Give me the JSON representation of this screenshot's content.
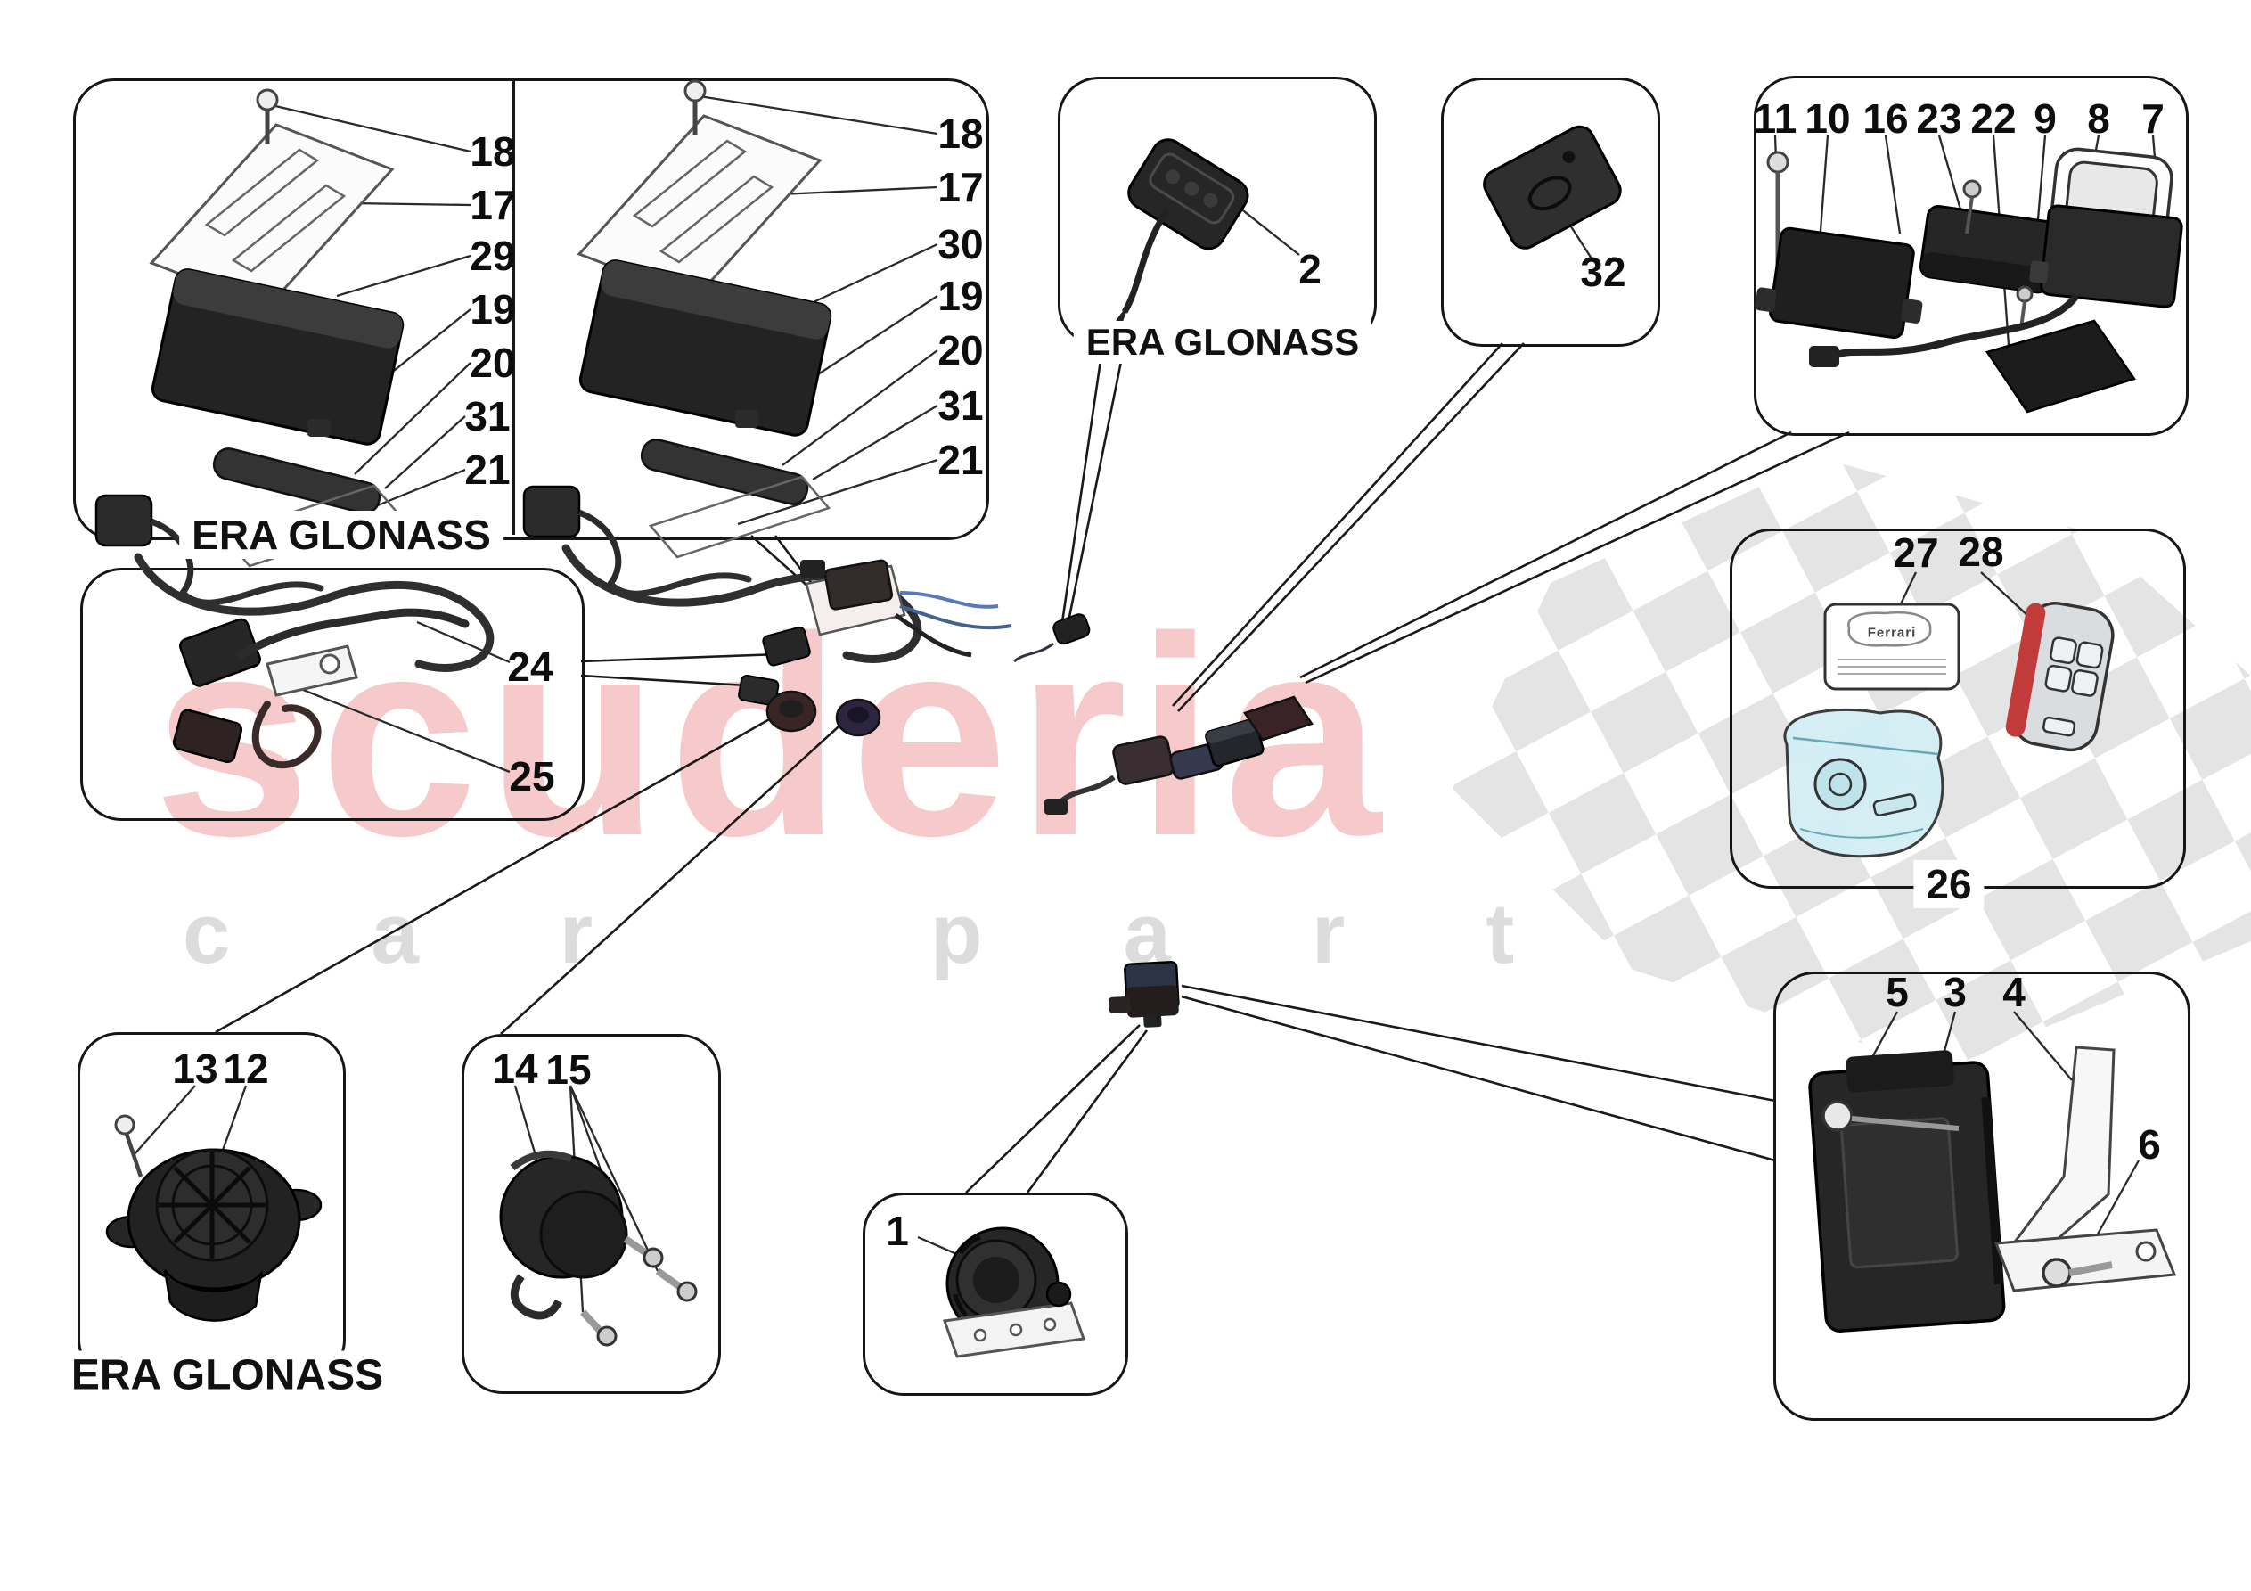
{
  "watermark": {
    "title": "scuderia",
    "subtitle": "car parts",
    "title_color": "#f6caca",
    "subtitle_color": "#dcdcdc",
    "checker_color": "#e4e4e4"
  },
  "labels": {
    "era_glonass_panels": "ERA GLONASS",
    "era_glonass_mic": "ERA GLONASS",
    "era_glonass_speaker": "ERA GLONASS",
    "ferrari_card": "Ferrari"
  },
  "colors": {
    "line": "#1a1a1a",
    "part_dark": "#262626",
    "bag_cyan": "#d2eef4",
    "fob_red": "#c23b3b",
    "wire_blue": "#5a79b8"
  },
  "callouts": {
    "panel_left": [
      "18",
      "17",
      "29",
      "19",
      "20",
      "31",
      "21"
    ],
    "panel_right": [
      "18",
      "17",
      "30",
      "19",
      "20",
      "31",
      "21"
    ],
    "bracket": [
      "24",
      "25"
    ],
    "mic": [
      "2"
    ],
    "card_fob": [
      "32"
    ],
    "top_right": [
      "11",
      "10",
      "16",
      "23",
      "22",
      "9",
      "8",
      "7"
    ],
    "kit": [
      "27",
      "28",
      "26"
    ],
    "ecu": [
      "5",
      "3",
      "4",
      "6"
    ],
    "speaker": [
      "13",
      "12"
    ],
    "pump": [
      "14",
      "15"
    ],
    "siren": [
      "1"
    ]
  }
}
